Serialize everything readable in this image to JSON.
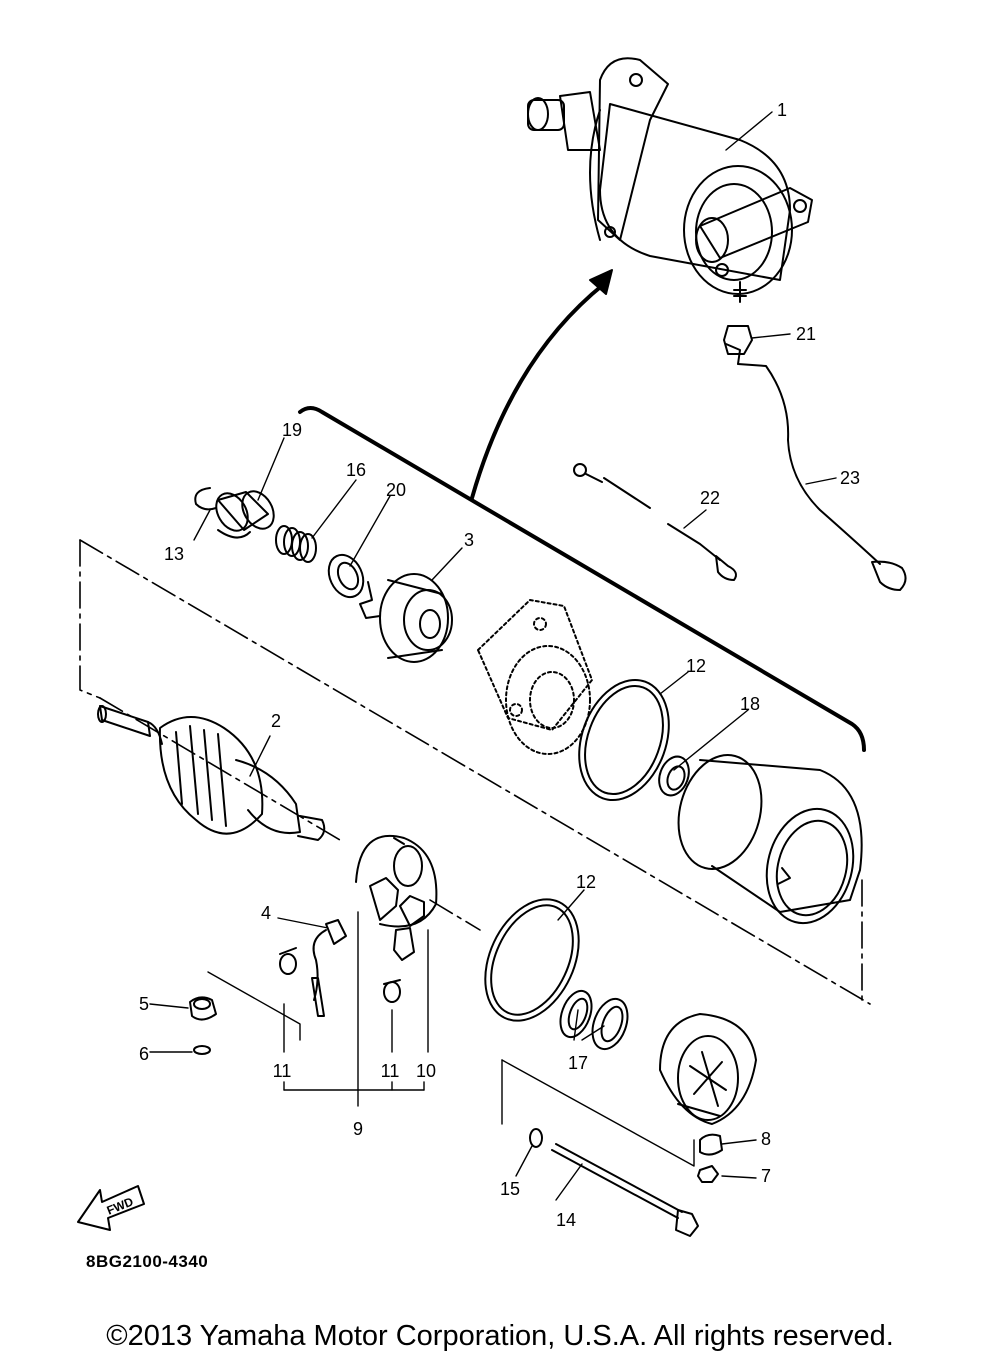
{
  "diagram": {
    "drawing_code": "8BG2100-4340",
    "fwd_label": "FWD",
    "copyright": "©2013 Yamaha Motor Corporation, U.S.A. All rights reserved.",
    "callouts": [
      "1",
      "2",
      "3",
      "4",
      "5",
      "6",
      "7",
      "8",
      "9",
      "10",
      "11",
      "11",
      "12",
      "12",
      "13",
      "14",
      "15",
      "16",
      "17",
      "18",
      "19",
      "20",
      "21",
      "22",
      "23"
    ]
  }
}
